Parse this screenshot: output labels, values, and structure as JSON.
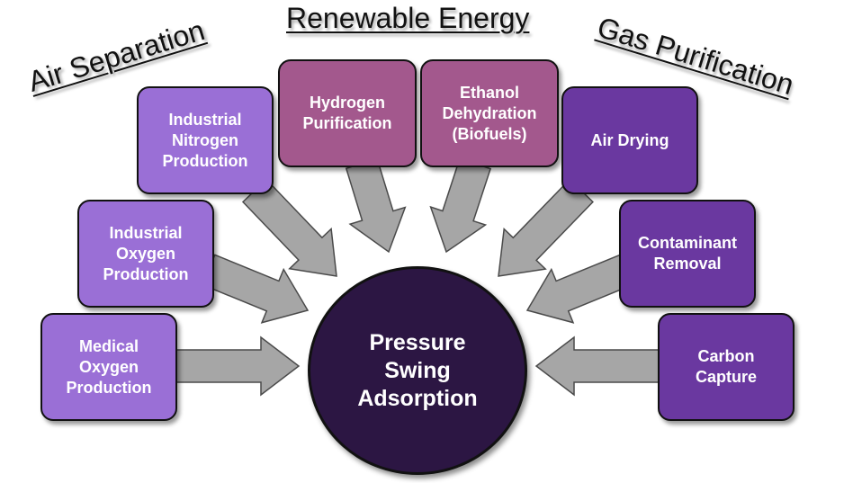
{
  "categories": {
    "air_separation": "Air Separation",
    "renewable_energy": "Renewable Energy",
    "gas_purification": "Gas Purification"
  },
  "center": {
    "label": "Pressure\nSwing\nAdsorption",
    "color": "#2c1643"
  },
  "boxes": {
    "medical_oxygen": "Medical\nOxygen\nProduction",
    "industrial_oxygen": "Industrial\nOxygen\nProduction",
    "industrial_nitrogen": "Industrial\nNitrogen\nProduction",
    "hydrogen_purification": "Hydrogen\nPurification",
    "ethanol_dehydration": "Ethanol\nDehydration\n(Biofuels)",
    "air_drying": "Air Drying",
    "contaminant_removal": "Contaminant\nRemoval",
    "carbon_capture": "Carbon\nCapture"
  },
  "colors": {
    "air_separation": "#9a6fd6",
    "renewable_energy": "#a3588d",
    "gas_purification": "#6a38a0",
    "arrow_fill": "#a6a6a6",
    "arrow_stroke": "#4a4a4a"
  }
}
